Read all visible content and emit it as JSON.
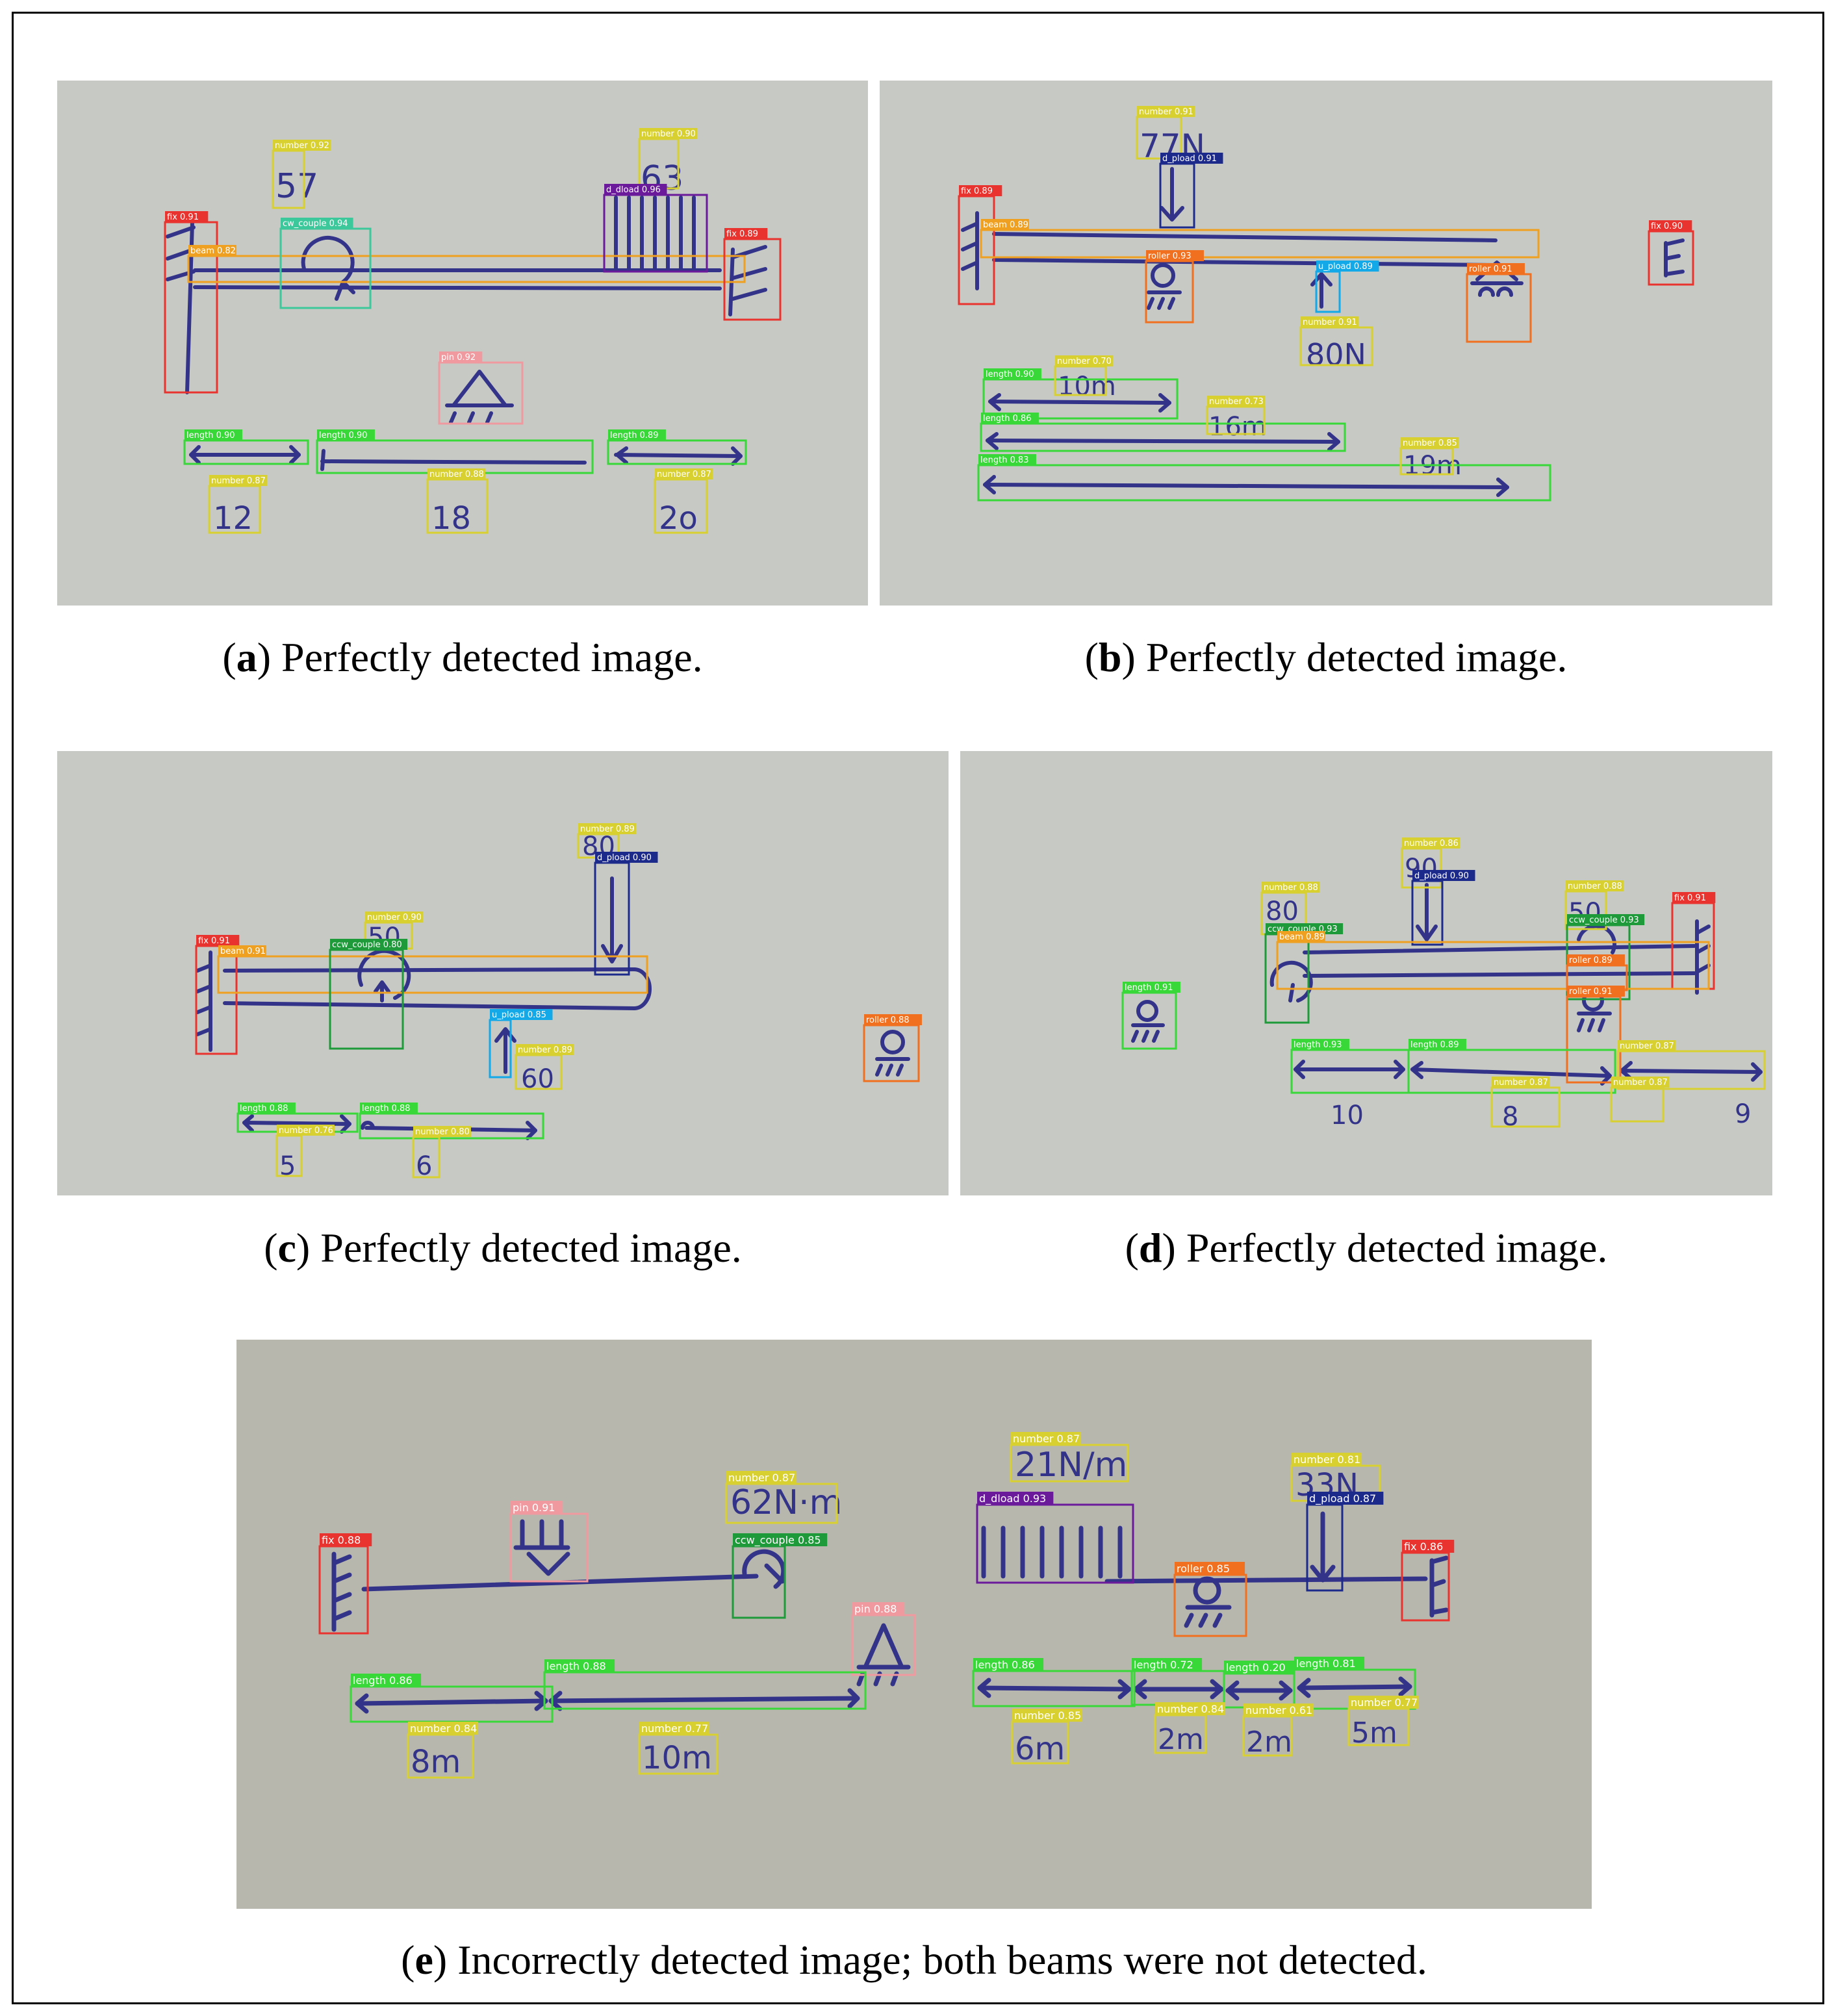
{
  "colors": {
    "fix": "#e8332e",
    "beam": "#f0a020",
    "number": "#d8d030",
    "d_pload": "#1c2a8c",
    "u_pload": "#13a8e8",
    "d_dload": "#6a1a9a",
    "roller": "#f07020",
    "pin": "#f09aa0",
    "length": "#38d838",
    "cw_couple": "#3cc89a",
    "ccw_couple": "#1e9a3a",
    "ink": "#33338a"
  },
  "panels": [
    {
      "id": "a",
      "caption": {
        "label": "a",
        "text": "Perfectly detected image."
      },
      "boxes": [
        {
          "cls": "fix",
          "label": "fix 0.91"
        },
        {
          "cls": "beam",
          "label": "beam 0.82"
        },
        {
          "cls": "number",
          "label": "number 0.92"
        },
        {
          "cls": "cw_couple",
          "label": "cw_couple 0.94"
        },
        {
          "cls": "number",
          "label": "number 0.90"
        },
        {
          "cls": "d_dload",
          "label": "d_dload 0.96"
        },
        {
          "cls": "fix",
          "label": "fix 0.89"
        },
        {
          "cls": "pin",
          "label": "pin 0.92"
        },
        {
          "cls": "length",
          "label": "length 0.90"
        },
        {
          "cls": "length",
          "label": "length 0.90"
        },
        {
          "cls": "length",
          "label": "length 0.89"
        },
        {
          "cls": "number",
          "label": "number 0.87"
        },
        {
          "cls": "number",
          "label": "number 0.88"
        },
        {
          "cls": "number",
          "label": "number 0.87"
        }
      ],
      "ink": [
        "57",
        "63",
        "12",
        "18",
        "2o"
      ]
    },
    {
      "id": "b",
      "caption": {
        "label": "b",
        "text": "Perfectly detected image."
      },
      "boxes": [
        {
          "cls": "number",
          "label": "number 0.91"
        },
        {
          "cls": "d_pload",
          "label": "d_pload 0.91"
        },
        {
          "cls": "fix",
          "label": "fix 0.89"
        },
        {
          "cls": "beam",
          "label": "beam 0.89"
        },
        {
          "cls": "roller",
          "label": "roller 0.93"
        },
        {
          "cls": "u_pload",
          "label": "u_pload 0.89"
        },
        {
          "cls": "roller",
          "label": "roller 0.91"
        },
        {
          "cls": "fix",
          "label": "fix 0.90"
        },
        {
          "cls": "number",
          "label": "number 0.91"
        },
        {
          "cls": "length",
          "label": "length 0.90"
        },
        {
          "cls": "number",
          "label": "number 0.70"
        },
        {
          "cls": "length",
          "label": "length 0.86"
        },
        {
          "cls": "number",
          "label": "number 0.73"
        },
        {
          "cls": "length",
          "label": "length 0.83"
        },
        {
          "cls": "number",
          "label": "number 0.85"
        }
      ],
      "ink": [
        "77N",
        "80N",
        "10m",
        "16m",
        "19m"
      ]
    },
    {
      "id": "c",
      "caption": {
        "label": "c",
        "text": "Perfectly detected image."
      },
      "boxes": [
        {
          "cls": "number",
          "label": "number 0.89"
        },
        {
          "cls": "d_pload",
          "label": "d_pload 0.90"
        },
        {
          "cls": "number",
          "label": "number 0.90"
        },
        {
          "cls": "fix",
          "label": "fix 0.91"
        },
        {
          "cls": "beam",
          "label": "beam 0.91"
        },
        {
          "cls": "ccw_couple",
          "label": "ccw_couple 0.80"
        },
        {
          "cls": "u_pload",
          "label": "u_pload 0.85"
        },
        {
          "cls": "number",
          "label": "number 0.89"
        },
        {
          "cls": "roller",
          "label": "roller 0.88"
        },
        {
          "cls": "length",
          "label": "length 0.88"
        },
        {
          "cls": "length",
          "label": "length 0.88"
        },
        {
          "cls": "number",
          "label": "number 0.76"
        },
        {
          "cls": "number",
          "label": "number 0.80"
        }
      ],
      "ink": [
        "80",
        "50",
        "60",
        "5",
        "6"
      ]
    },
    {
      "id": "d",
      "caption": {
        "label": "d",
        "text": "Perfectly detected image."
      },
      "boxes": [
        {
          "cls": "number",
          "label": "number 0.86"
        },
        {
          "cls": "d_pload",
          "label": "d_pload 0.90"
        },
        {
          "cls": "number",
          "label": "number 0.88"
        },
        {
          "cls": "number",
          "label": "number 0.88"
        },
        {
          "cls": "fix",
          "label": "fix 0.91"
        },
        {
          "cls": "ccw_couple",
          "label": "ccw_couple 0.93"
        },
        {
          "cls": "ccw_couple",
          "label": "ccw_couple 0.93"
        },
        {
          "cls": "beam",
          "label": "beam 0.89"
        },
        {
          "cls": "roller",
          "label": "roller 0.89"
        },
        {
          "cls": "roller",
          "label": "roller 0.91"
        },
        {
          "cls": "length",
          "label": "length 0.91"
        },
        {
          "cls": "length",
          "label": "length 0.93"
        },
        {
          "cls": "length",
          "label": "length 0.89"
        },
        {
          "cls": "number",
          "label": "number 0.87"
        },
        {
          "cls": "number",
          "label": "number 0.87"
        },
        {
          "cls": "number",
          "label": "number 0.87"
        }
      ],
      "ink": [
        "90",
        "80",
        "50",
        "10",
        "8",
        "9"
      ]
    },
    {
      "id": "e",
      "caption": {
        "label": "e",
        "text": "Incorrectly detected image; both beams were not detected."
      },
      "boxes": [
        {
          "cls": "fix",
          "label": "fix 0.88"
        },
        {
          "cls": "pin",
          "label": "pin 0.91"
        },
        {
          "cls": "number",
          "label": "number 0.87"
        },
        {
          "cls": "ccw_couple",
          "label": "ccw_couple 0.85"
        },
        {
          "cls": "pin",
          "label": "pin 0.88"
        },
        {
          "cls": "number",
          "label": "number 0.87"
        },
        {
          "cls": "d_dload",
          "label": "d_dload 0.93"
        },
        {
          "cls": "number",
          "label": "number 0.81"
        },
        {
          "cls": "d_pload",
          "label": "d_pload 0.87"
        },
        {
          "cls": "roller",
          "label": "roller 0.85"
        },
        {
          "cls": "fix",
          "label": "fix 0.86"
        },
        {
          "cls": "length",
          "label": "length 0.86"
        },
        {
          "cls": "length",
          "label": "length 0.88"
        },
        {
          "cls": "number",
          "label": "number 0.84"
        },
        {
          "cls": "number",
          "label": "number 0.77"
        },
        {
          "cls": "length",
          "label": "length 0.86"
        },
        {
          "cls": "length",
          "label": "length 0.72"
        },
        {
          "cls": "length",
          "label": "length 0.20"
        },
        {
          "cls": "length",
          "label": "length 0.81"
        },
        {
          "cls": "number",
          "label": "number 0.85"
        },
        {
          "cls": "number",
          "label": "number 0.84"
        },
        {
          "cls": "number",
          "label": "number 0.61"
        },
        {
          "cls": "number",
          "label": "number 0.77"
        }
      ],
      "ink": [
        "62N·m",
        "21N/m",
        "33N",
        "8m",
        "10m",
        "6m",
        "2m",
        "2m",
        "5m"
      ]
    }
  ]
}
